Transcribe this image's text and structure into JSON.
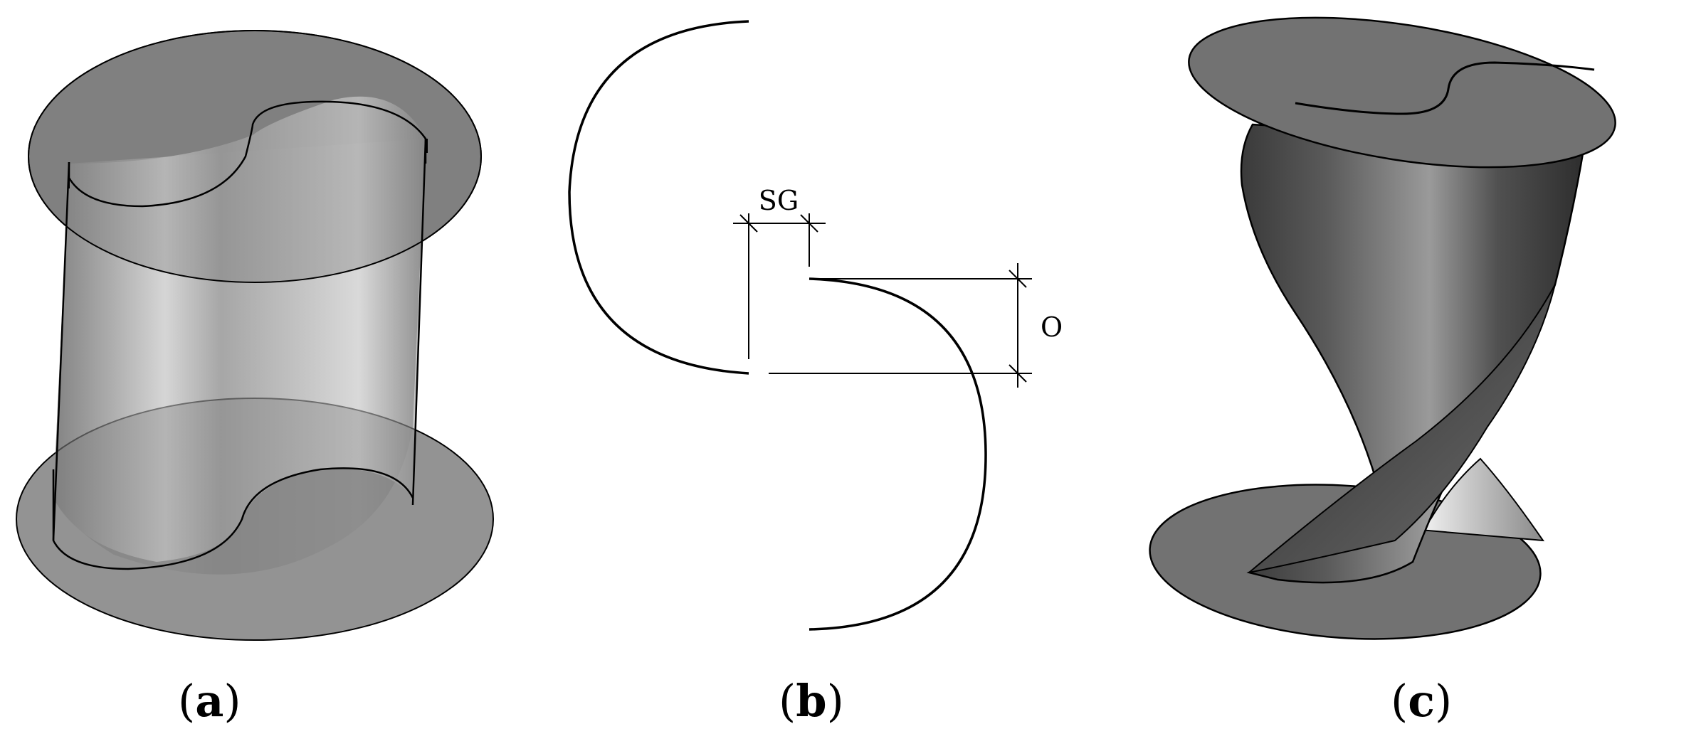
{
  "panels": [
    {
      "id": "a",
      "open": "(",
      "letter": "a",
      "close": ")"
    },
    {
      "id": "b",
      "open": "(",
      "letter": "b",
      "close": ")"
    },
    {
      "id": "c",
      "open": "(",
      "letter": "c",
      "close": ")"
    }
  ],
  "dimensions": {
    "sg_label": "SG",
    "o_label": "O"
  },
  "colors": {
    "plate_fill": "#7c7c7c",
    "outline": "#000000",
    "dark_blade": "#4a4a4a",
    "light_blade": "#c8c8c8"
  }
}
